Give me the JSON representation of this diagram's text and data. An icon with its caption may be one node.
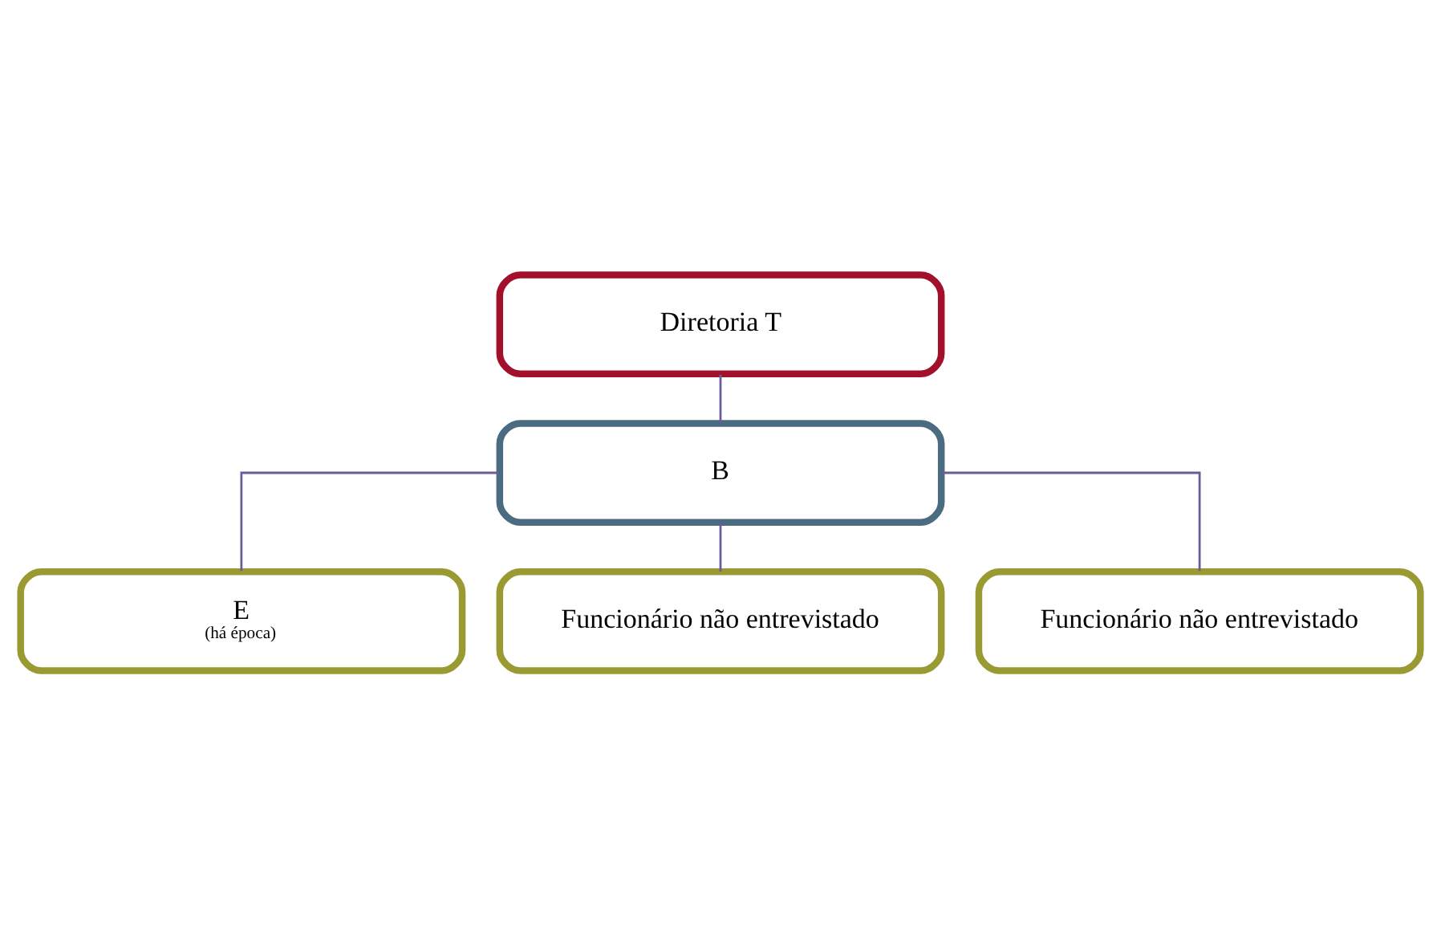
{
  "diagram": {
    "nodes": [
      {
        "text": [
          "Diretoria T"
        ]
      },
      {
        "text": [
          "B"
        ]
      },
      {
        "text": [
          "E",
          "(há época)"
        ]
      },
      {
        "text": [
          "Funcionário não entrevistado"
        ]
      },
      {
        "text": [
          "Funcionário não entrevistado"
        ]
      }
    ],
    "edges": [
      {
        "from": 0,
        "to": 1,
        "arrow": "none"
      },
      {
        "from": 1,
        "to": 2,
        "arrow": "none"
      },
      {
        "from": 1,
        "to": 3,
        "arrow": "none"
      },
      {
        "from": 1,
        "to": 4,
        "arrow": "none"
      }
    ]
  }
}
